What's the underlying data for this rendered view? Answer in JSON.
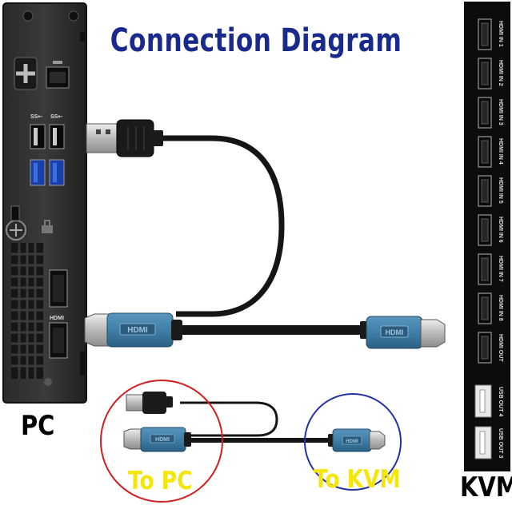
{
  "diagram": {
    "title": "Connection Diagram",
    "pc_label": "PC",
    "kvm_label": "KVM",
    "to_pc_label": "To PC",
    "to_kvm_label": "To KVM",
    "hdmi_logo": "HDMI",
    "kvm_ports": [
      "HDMI IN 1",
      "HDMI IN 2",
      "HDMI IN 3",
      "HDMI IN 4",
      "HDMI IN 5",
      "HDMI IN 6",
      "HDMI IN 7",
      "HDMI IN 8",
      "HDMI OUT"
    ],
    "kvm_usb_ports": [
      "USB OUT 4",
      "USB OUT 3"
    ],
    "pc_hdmi_port": "HDMI",
    "pc_usb_labels": [
      "SS←",
      "SS←"
    ]
  },
  "colors": {
    "title": "#1a2a8c",
    "connector_blue": "#3f7fa8",
    "cable": "#151515",
    "metal": "#c9c9c9",
    "red_circle": "#d21f1f",
    "blue_circle": "#2430a8",
    "label_yellow": "#f4e60a"
  }
}
